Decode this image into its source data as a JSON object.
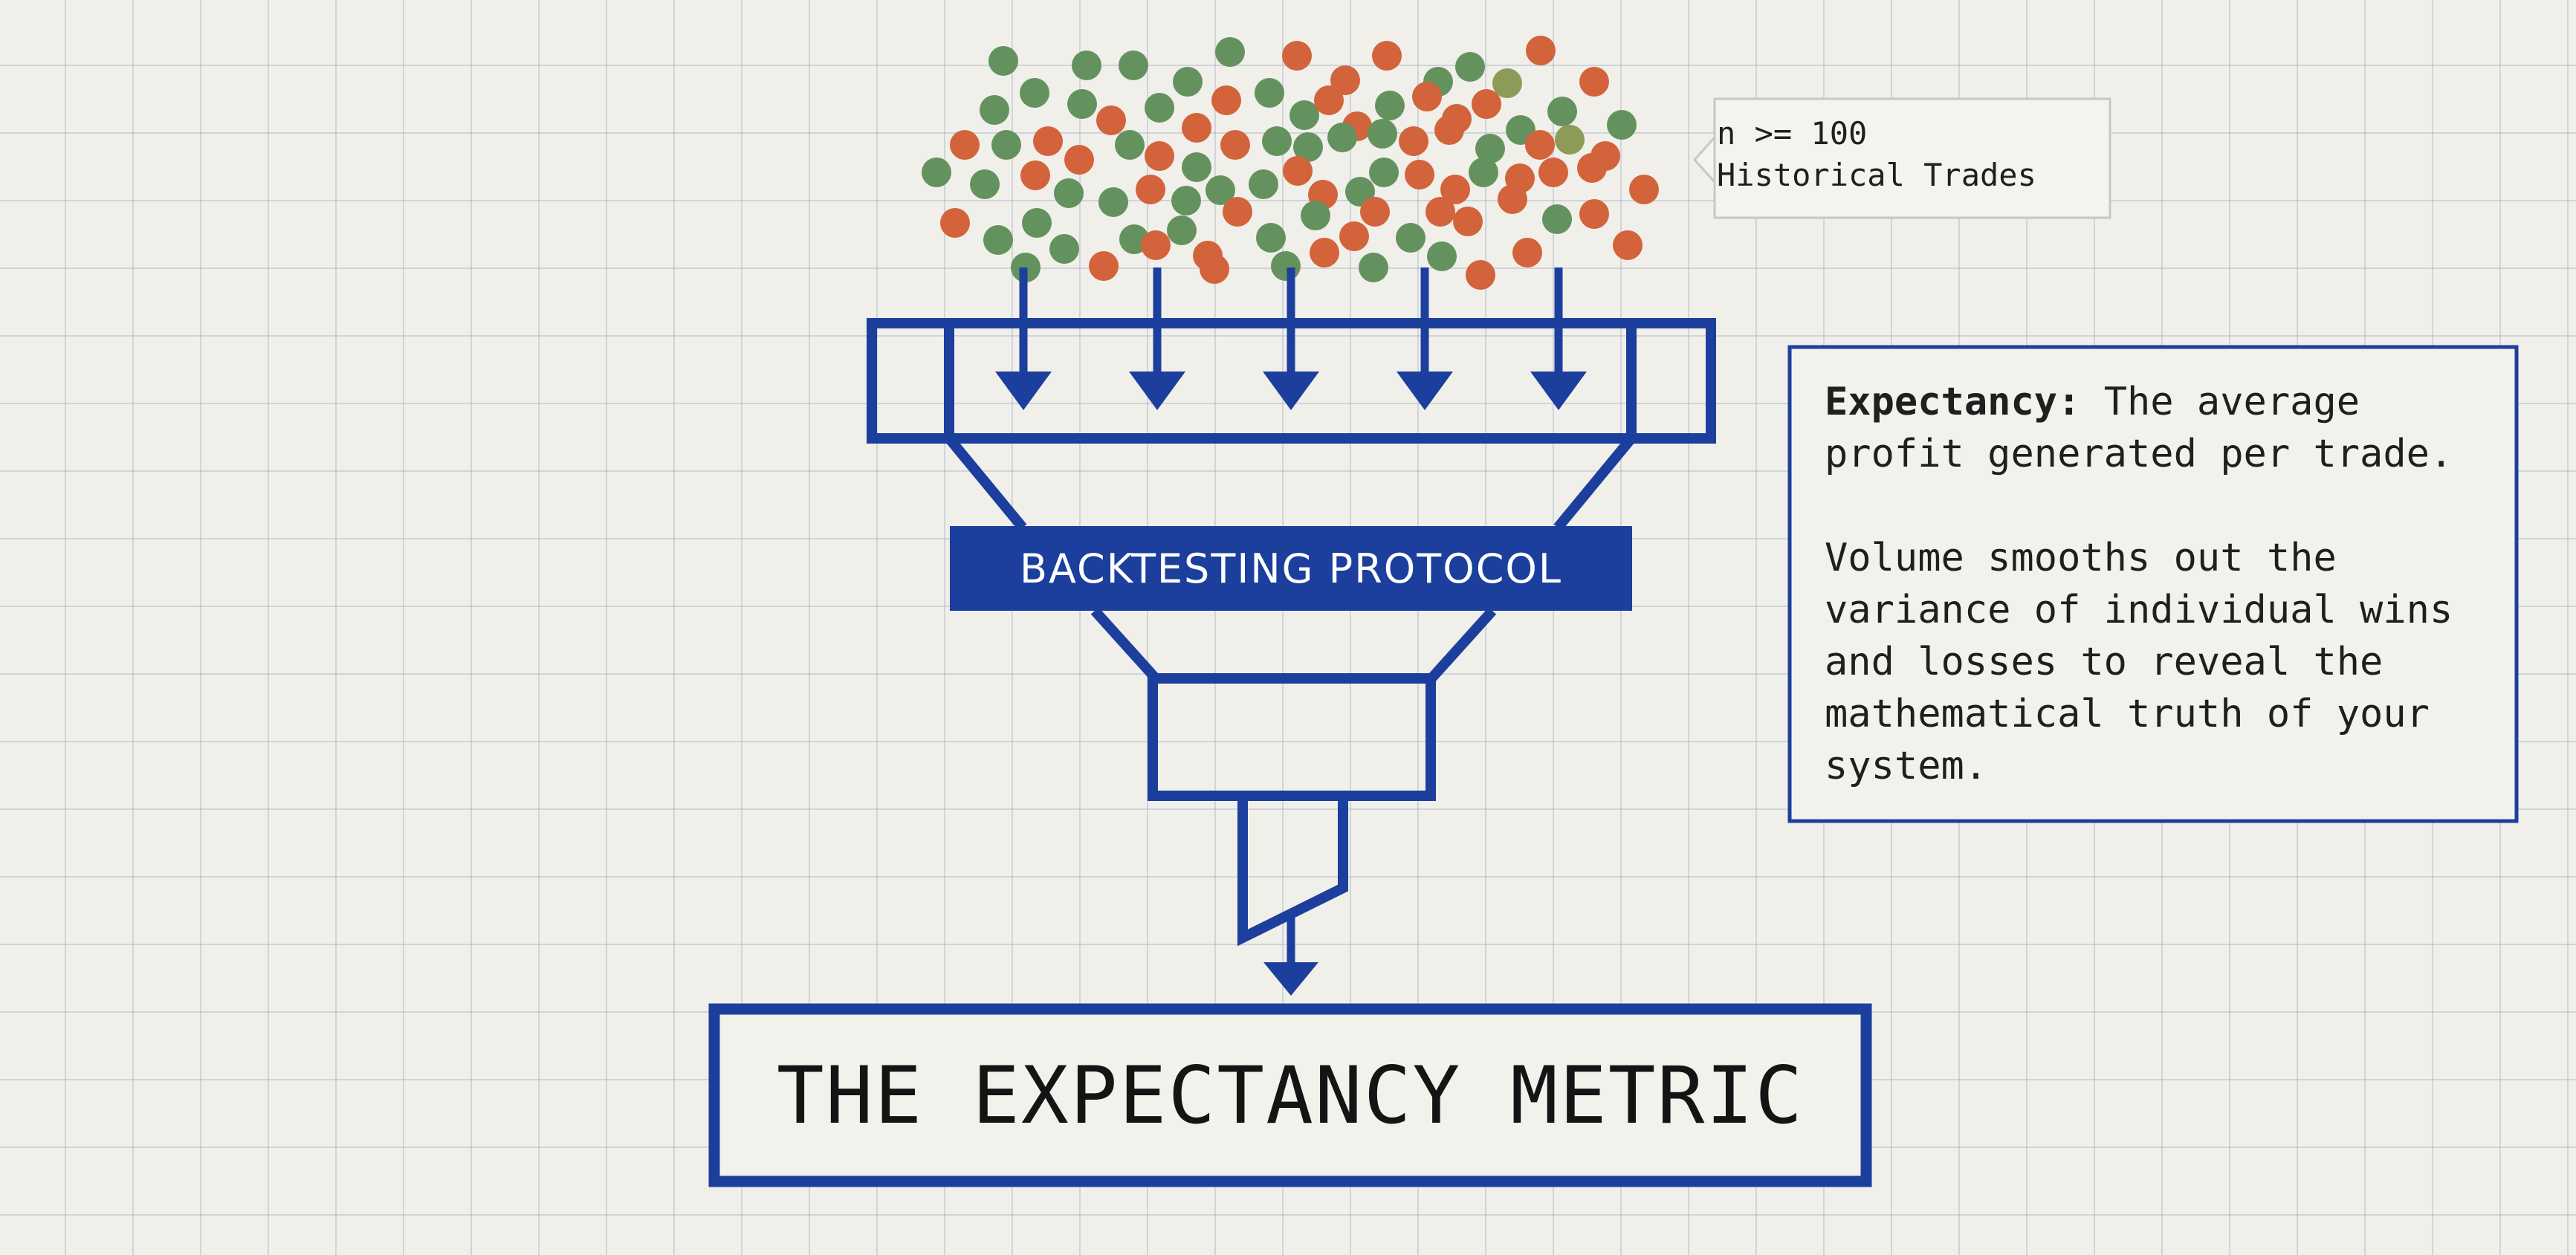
{
  "sample_callout": {
    "line1": "n >= 100",
    "line2": "Historical Trades"
  },
  "definition": {
    "term": "Expectancy:",
    "definition": "The average profit generated per trade.",
    "note": "Volume smooths out the variance of individual wins and losses to reveal the mathematical truth of your system."
  },
  "funnel": {
    "stage_label": "BACKTESTING PROTOCOL"
  },
  "output": {
    "label": "THE EXPECTANCY METRIC"
  },
  "colors": {
    "accent_blue": "#1c3f9e",
    "win_dot": "#64925f",
    "loss_dot": "#d3633b",
    "neutral_dot": "#8c9c58",
    "background": "#f0efea",
    "grid_line": "#c9cfdc"
  }
}
